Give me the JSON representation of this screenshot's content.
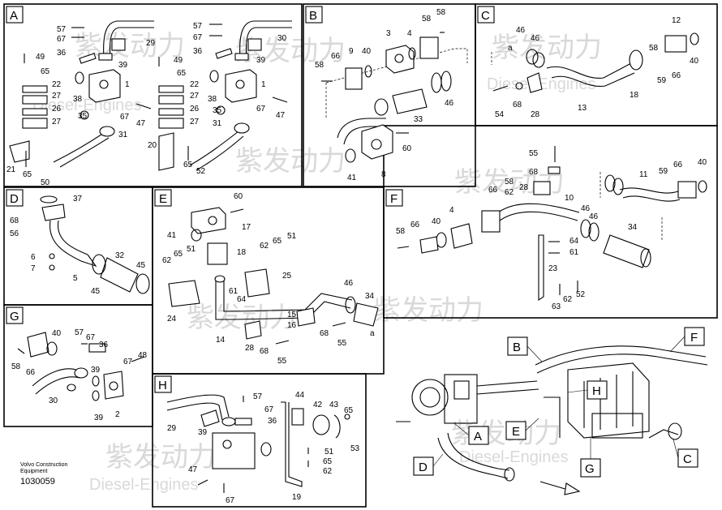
{
  "panels": [
    {
      "tag": "A",
      "labels": [
        "57",
        "67",
        "36",
        "29",
        "49",
        "39",
        "65",
        "22",
        "27",
        "26",
        "38",
        "1",
        "35",
        "67",
        "47",
        "27",
        "31",
        "21",
        "65",
        "50",
        "57",
        "67",
        "36",
        "30",
        "49",
        "39",
        "65",
        "22",
        "27",
        "26",
        "38",
        "1",
        "35",
        "67",
        "47",
        "27",
        "31",
        "20",
        "65",
        "52"
      ]
    },
    {
      "tag": "B",
      "labels": [
        "58",
        "66",
        "3",
        "58",
        "9",
        "40",
        "4",
        "58",
        "33",
        "46",
        "60",
        "8",
        "41"
      ]
    },
    {
      "tag": "C",
      "labels": [
        "a",
        "46",
        "46",
        "12",
        "58",
        "40",
        "59",
        "66",
        "13",
        "18",
        "54",
        "68",
        "28"
      ]
    },
    {
      "tag": "D",
      "labels": [
        "37",
        "68",
        "56",
        "6",
        "7",
        "5",
        "32",
        "45",
        "45"
      ]
    },
    {
      "tag": "E",
      "labels": [
        "60",
        "41",
        "17",
        "65",
        "51",
        "62",
        "18",
        "62",
        "65",
        "51",
        "61",
        "64",
        "25",
        "24",
        "14",
        "15",
        "16",
        "28",
        "68",
        "68",
        "55",
        "55",
        "46",
        "34",
        "a"
      ]
    },
    {
      "tag": "F",
      "labels": [
        "55",
        "68",
        "58",
        "62",
        "66",
        "28",
        "10",
        "46",
        "46",
        "4",
        "58",
        "66",
        "40",
        "64",
        "61",
        "23",
        "62",
        "52",
        "63",
        "34",
        "11",
        "59",
        "66",
        "40"
      ]
    },
    {
      "tag": "G",
      "labels": [
        "58",
        "66",
        "40",
        "57",
        "67",
        "36",
        "67",
        "48",
        "30",
        "39",
        "2",
        "39"
      ]
    },
    {
      "tag": "H",
      "labels": [
        "29",
        "57",
        "67",
        "36",
        "39",
        "44",
        "42",
        "43",
        "65",
        "51",
        "62",
        "53",
        "47",
        "67",
        "19",
        "65"
      ]
    }
  ],
  "overview_tags": [
    "B",
    "F",
    "H",
    "E",
    "A",
    "D",
    "G",
    "C"
  ],
  "watermark": {
    "brand_cn": "紫发动力",
    "brand_en": "Diesel-Engines"
  },
  "footer": {
    "company": "Volvo Construction Equipment",
    "doc_number": "1030059"
  }
}
